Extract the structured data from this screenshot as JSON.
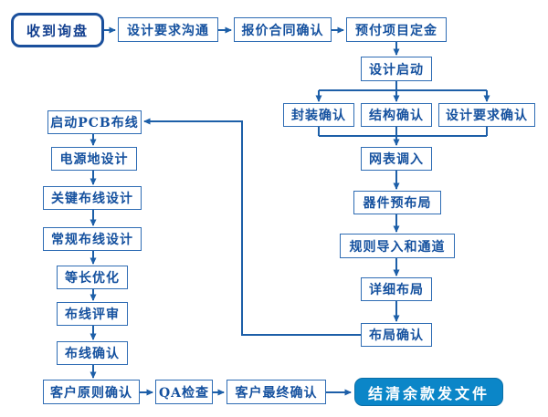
{
  "diagram": {
    "title_implied": "PCB design workflow flowchart",
    "colors": {
      "line": "#1d5fa8",
      "box_border": "#2e6cb4",
      "box_text": "#15519f",
      "start_border": "#1a4f9c",
      "final_fill": "#0b86c8",
      "final_text": "#ffffff",
      "background": "#ffffff"
    },
    "nodes": {
      "receive_inquiry": {
        "label": "收到询盘"
      },
      "design_req_comm": {
        "label": "设计要求沟通"
      },
      "quote_contract_confirm": {
        "label": "报价合同确认"
      },
      "prepay_deposit": {
        "label": "预付项目定金"
      },
      "design_start": {
        "label": "设计启动"
      },
      "package_confirm": {
        "label": "封装确认"
      },
      "structure_confirm": {
        "label": "结构确认"
      },
      "design_req_confirm": {
        "label": "设计要求确认"
      },
      "netlist_import": {
        "label": "网表调入"
      },
      "component_prelayout": {
        "label": "器件预布局"
      },
      "rule_import_channel": {
        "label": "规则导入和通道"
      },
      "detailed_layout": {
        "label": "详细布局"
      },
      "layout_confirm": {
        "label": "布局确认"
      },
      "start_pcb_routing": {
        "label": "启动PCB布线"
      },
      "power_ground_design": {
        "label": "电源地设计"
      },
      "key_routing_design": {
        "label": "关键布线设计"
      },
      "regular_routing_design": {
        "label": "常规布线设计"
      },
      "length_matching": {
        "label": "等长优化"
      },
      "routing_review": {
        "label": "布线评审"
      },
      "routing_confirm": {
        "label": "布线确认"
      },
      "customer_principle_confirm": {
        "label": "客户原则确认"
      },
      "qa_check": {
        "label": "QA检查"
      },
      "customer_final_confirm": {
        "label": "客户最终确认"
      },
      "settle_balance_send_files": {
        "label": "结清余款发文件"
      }
    },
    "edges": [
      "receive_inquiry -> design_req_comm",
      "design_req_comm -> quote_contract_confirm",
      "quote_contract_confirm -> prepay_deposit",
      "prepay_deposit -> design_start",
      "design_start -> package_confirm",
      "design_start -> structure_confirm",
      "design_start -> design_req_confirm",
      "package_confirm -> netlist_import",
      "structure_confirm -> netlist_import",
      "design_req_confirm -> netlist_import",
      "netlist_import -> component_prelayout",
      "component_prelayout -> rule_import_channel",
      "rule_import_channel -> detailed_layout",
      "detailed_layout -> layout_confirm",
      "layout_confirm -> start_pcb_routing",
      "start_pcb_routing -> power_ground_design",
      "power_ground_design -> key_routing_design",
      "key_routing_design -> regular_routing_design",
      "regular_routing_design -> length_matching",
      "length_matching -> routing_review",
      "routing_review -> routing_confirm",
      "routing_confirm -> customer_principle_confirm",
      "customer_principle_confirm -> qa_check",
      "qa_check -> customer_final_confirm",
      "customer_final_confirm -> settle_balance_send_files"
    ]
  }
}
